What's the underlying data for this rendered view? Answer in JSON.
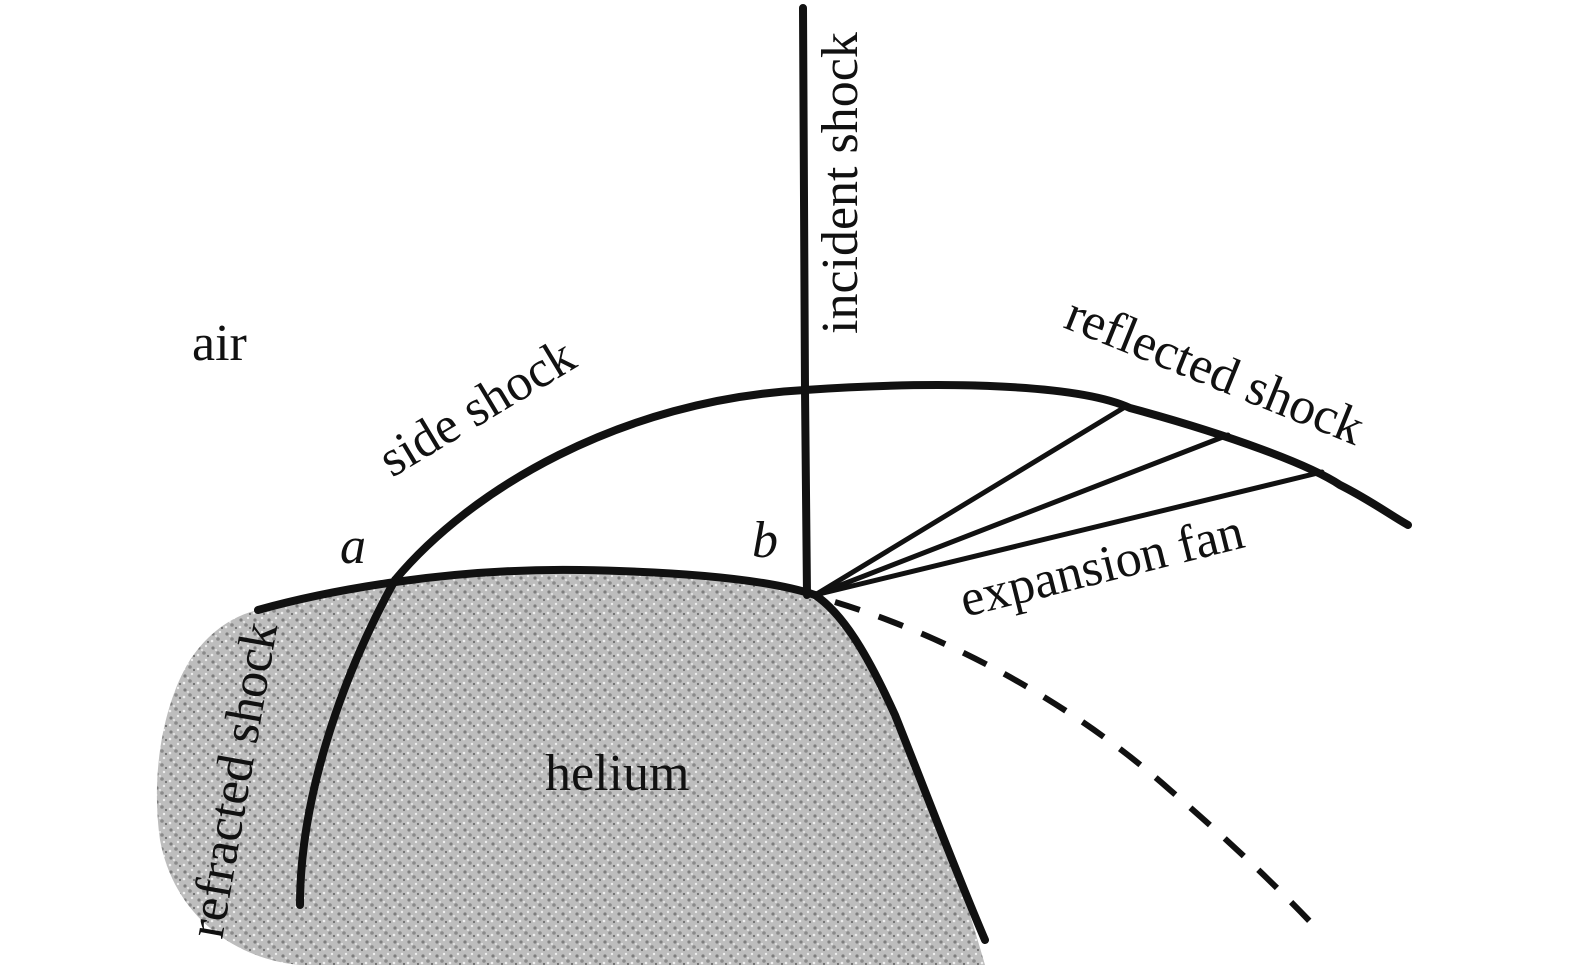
{
  "labels": {
    "air": "air",
    "helium": "helium",
    "incident_shock": "incident shock",
    "side_shock": "side shock",
    "reflected_shock": "reflected shock",
    "refracted_shock": "refracted shock",
    "expansion_fan": "expansion fan",
    "point_a": "a",
    "point_b": "b"
  },
  "colors": {
    "ink": "#111111",
    "helium_fill": "#b9b9b9",
    "background": "#ffffff"
  }
}
